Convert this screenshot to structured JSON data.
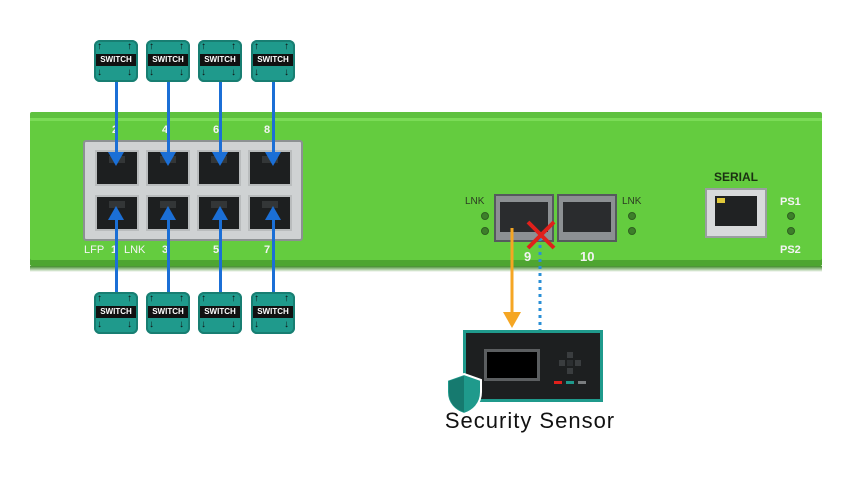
{
  "device": {
    "serial_label": "SERIAL",
    "ps1_label": "PS1",
    "ps2_label": "PS2",
    "lnk_label": "LNK",
    "lfp_label": "LFP",
    "top_port_numbers": [
      "2",
      "4",
      "6",
      "8"
    ],
    "bottom_port_numbers": [
      "1",
      "3",
      "5",
      "7"
    ],
    "sfp_port_numbers": [
      "9",
      "10"
    ],
    "colors": {
      "chassis": "#64cc3f",
      "cable": "#1b6fd6",
      "mirror": "#f5a623",
      "blocked": "#e0201b",
      "switch_icon": "#1f9a8c"
    }
  },
  "switches": {
    "label": "SWITCH",
    "top": [
      "SWITCH",
      "SWITCH",
      "SWITCH",
      "SWITCH"
    ],
    "bottom": [
      "SWITCH",
      "SWITCH",
      "SWITCH",
      "SWITCH"
    ]
  },
  "sensor": {
    "title": "Security Sensor",
    "icon": "shield-icon"
  }
}
